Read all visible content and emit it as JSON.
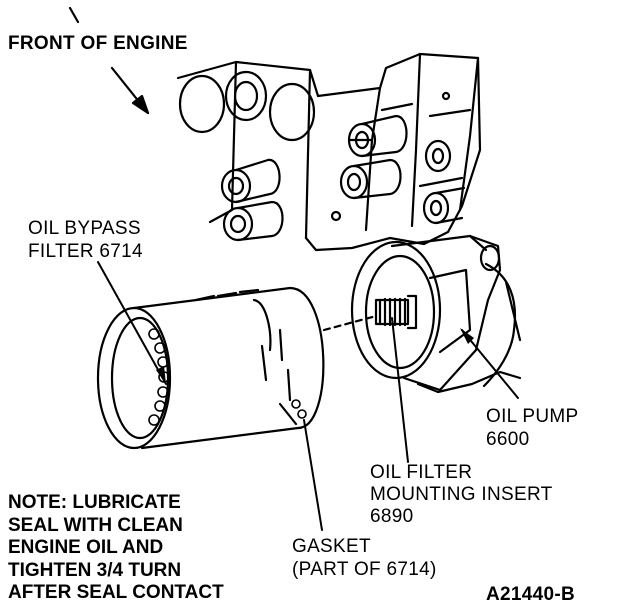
{
  "labels": {
    "front_of_engine": "FRONT OF ENGINE",
    "oil_bypass_filter": [
      "OIL BYPASS",
      "FILTER 6714"
    ],
    "oil_pump": [
      "OIL PUMP",
      "6600"
    ],
    "mounting_insert": [
      "OIL FILTER",
      "MOUNTING INSERT",
      "6890"
    ],
    "gasket": [
      "GASKET",
      "(PART OF 6714)"
    ],
    "figure_id": "A21440-B"
  },
  "note": [
    "NOTE: LUBRICATE",
    "SEAL WITH CLEAN",
    "ENGINE OIL AND",
    "TIGHTEN 3/4 TURN",
    "AFTER SEAL CONTACT"
  ]
}
